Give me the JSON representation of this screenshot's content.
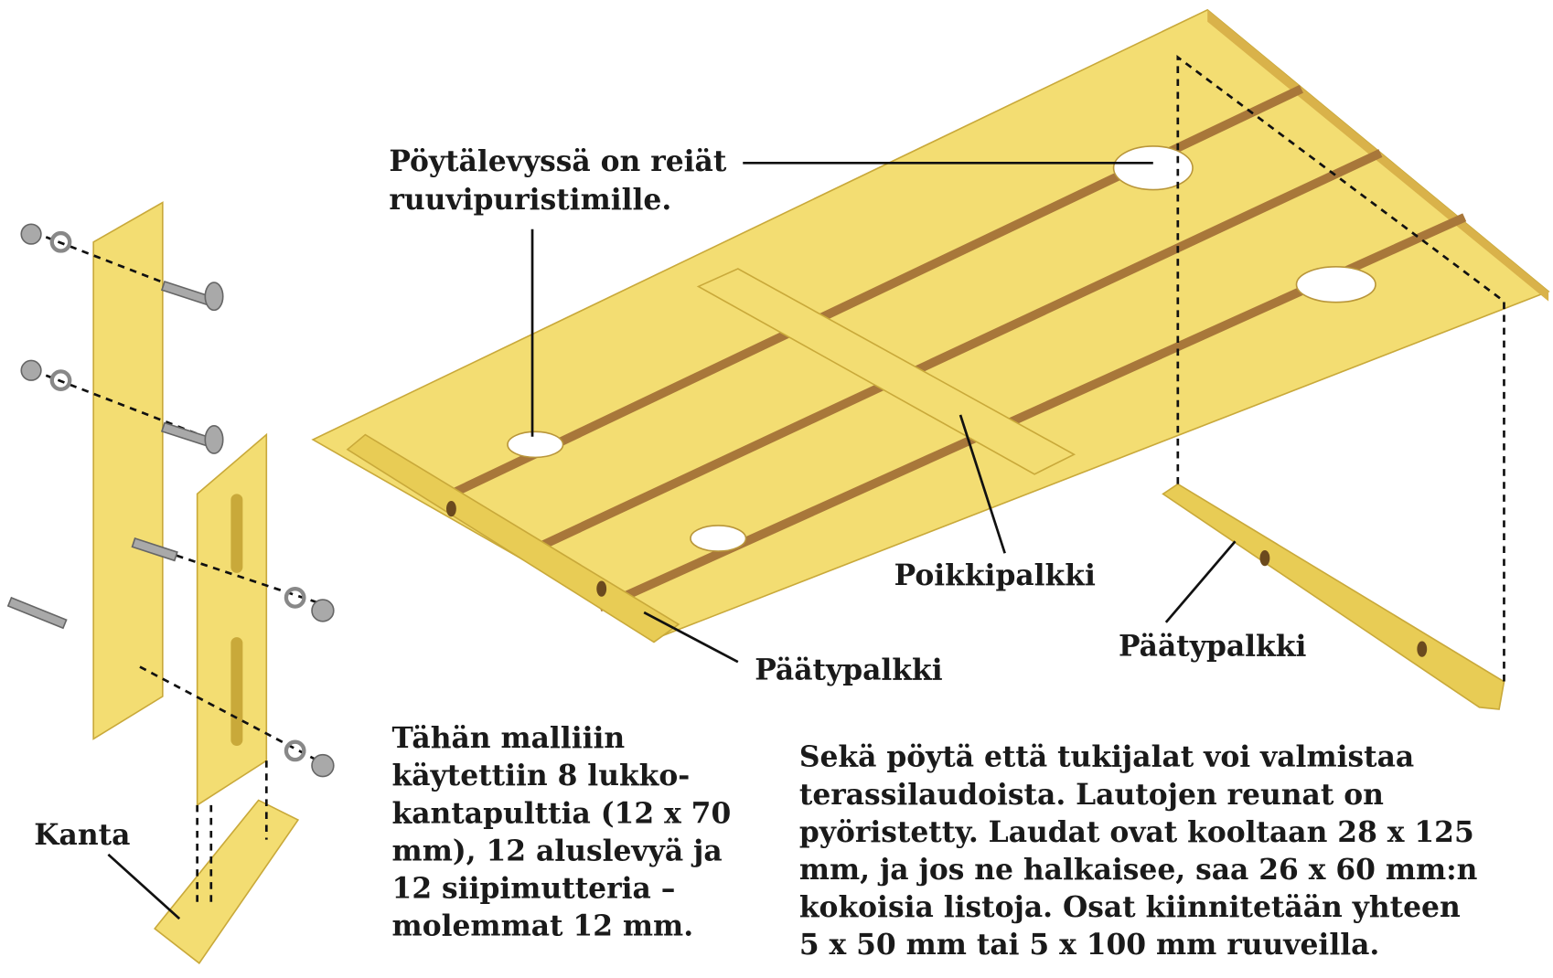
{
  "labels": {
    "holes_line1": "Pöytälevyssä on reiät",
    "holes_line2": "ruuvipuristimille.",
    "crossbeam": "Poikkipalkki",
    "end_beam_left": "Päätypalkki",
    "end_beam_right": "Päätypalkki",
    "base": "Kanta"
  },
  "note_bolts": [
    "Tähän malliiin",
    "käytettiin 8 lukko-",
    "kantapulttia (12 x 70",
    "mm), 12 aluslevyä ja",
    "12 siipimutteria –",
    "molemmat 12 mm."
  ],
  "note_materials": [
    "Sekä pöytä että tukijalat voi valmistaa",
    "terassilaudoista. Lautojen reunat on",
    "pyöristetty. Laudat ovat kooltaan 28 x 125",
    "mm, ja jos ne halkaisee, saa 26 x 60 mm:n",
    "kokoisia listoja. Osat kiinnitetään yhteen",
    "5 x 50 mm tai 5 x 100 mm ruuveilla."
  ],
  "colors": {
    "wood": "#f3dd72",
    "groove": "#a8773a",
    "text": "#1a1a1a"
  }
}
